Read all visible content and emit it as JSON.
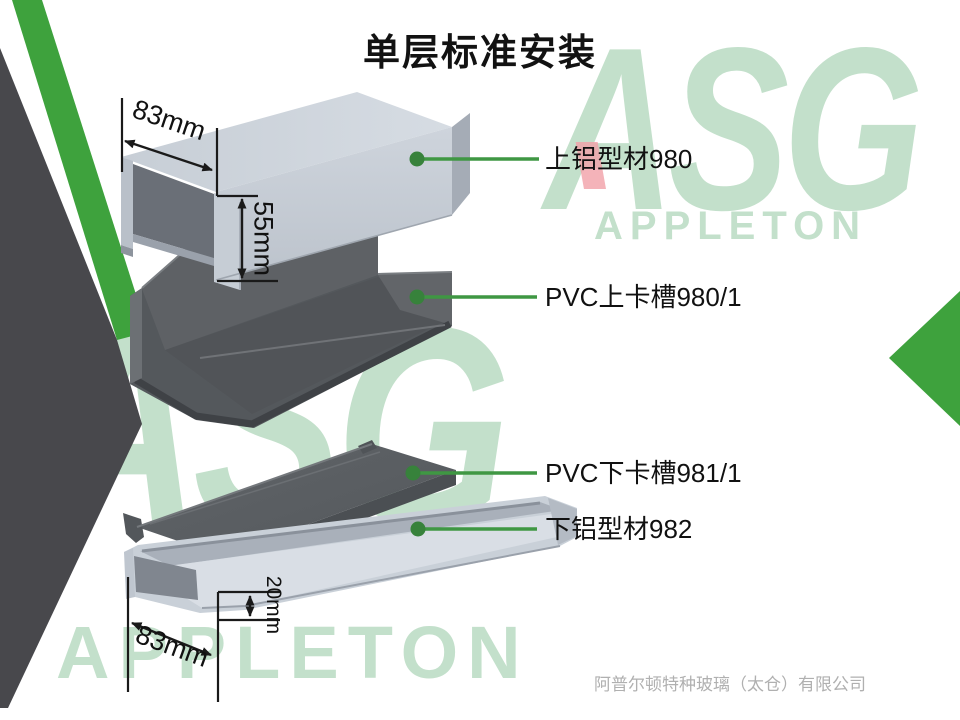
{
  "title": "单层标准安装",
  "footer": "阿普尔顿特种玻璃（太仓）有限公司",
  "watermark": {
    "brand": "ASG",
    "brand_sub": "APPLETON"
  },
  "part_labels": [
    {
      "text": "上铝型材980"
    },
    {
      "text": "PVC上卡槽980/1"
    },
    {
      "text": "PVC下卡槽981/1"
    },
    {
      "text": "下铝型材982"
    }
  ],
  "dimensions": {
    "top_width": "83mm",
    "top_height": "55mm",
    "bottom_height": "20mm",
    "bottom_width": "83mm"
  },
  "colors": {
    "accent_green": "#3ea23d",
    "leader_line": "#3f9743",
    "leader_dot": "#37823b",
    "dark_shape": "#48484c",
    "watermark_green": "#c3e0cb",
    "highlight_pink": "#f1a0a7",
    "footer_text": "#b0b0b0",
    "dim_line": "#1a1a1a"
  }
}
